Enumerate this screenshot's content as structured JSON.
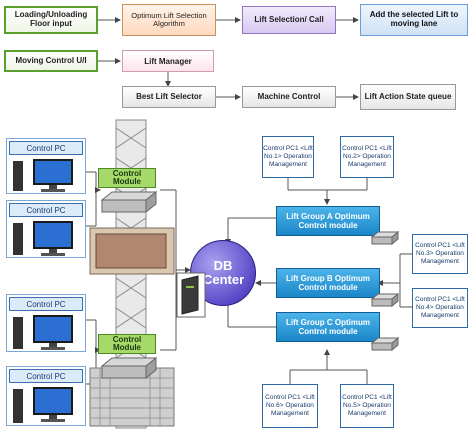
{
  "flow": {
    "row1": [
      "Loading/Unloading Floor input",
      "Optimum Lift Selection Algorithm",
      "Lift Selection/ Call",
      "Add the selected Lift to moving lane"
    ],
    "moving_control": "Moving Control U/I",
    "lift_manager": "Lift Manager",
    "best_lift_selector": "Best Lift Selector",
    "machine_control": "Machine Control",
    "lift_action": "Lift Action State queue"
  },
  "left": {
    "control_pc": "Control PC",
    "control_module": "Control Module"
  },
  "db_center": "DB Center",
  "groups": {
    "a": "Lift Group A Optimum Control module",
    "b": "Lift Group B Optimum Control module",
    "c": "Lift Group C Optimum Control module"
  },
  "op": {
    "l1": "Control PC1 <Lift No.1> Operation Management",
    "l2": "Control PC1 <Lift No.2> Operation Management",
    "l3": "Control PC1 <Lift No.3> Operation Management",
    "l4": "Control PC1 <Lift No.4> Operation Management",
    "l5": "Control PC1 <Lift No.5> Operation Management",
    "l6": "Control PC1 <Lift No.6> Operation Management"
  }
}
